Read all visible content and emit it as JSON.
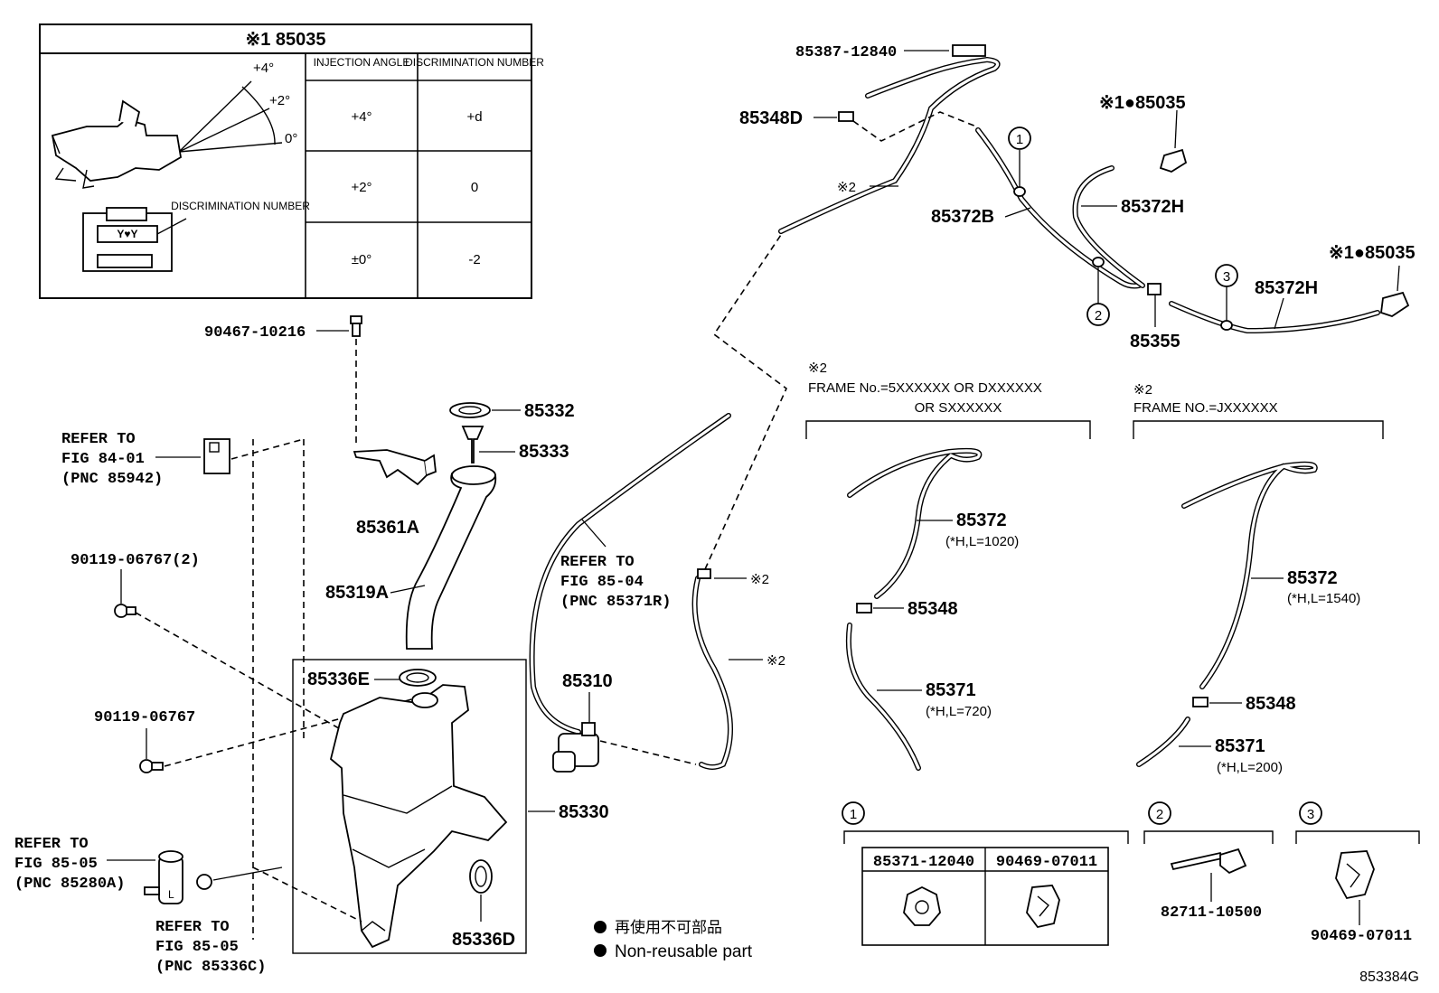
{
  "inset": {
    "title": "※1 85035",
    "angles": [
      "+4°",
      "+2°",
      "0°"
    ],
    "discrimination_label": "DISCRIMINATION NUMBER",
    "columns": [
      "INJECTION ANGLE",
      "DISCRIMINATION NUMBER"
    ],
    "rows": [
      {
        "angle": "+4°",
        "number": "+d"
      },
      {
        "angle": "+2°",
        "number": "0"
      },
      {
        "angle": "±0°",
        "number": "-2"
      }
    ]
  },
  "labels": {
    "p90467": "90467-10216",
    "p85332": "85332",
    "p85333": "85333",
    "p85361A": "85361A",
    "p85319A": "85319A",
    "refer84_1": "REFER TO",
    "refer84_2": "FIG 84-01",
    "refer84_3": "(PNC 85942)",
    "p90119_2": "90119-06767(2)",
    "p90119": "90119-06767",
    "p85336E": "85336E",
    "p85330": "85330",
    "p85336D": "85336D",
    "refer8505a_1": "REFER TO",
    "refer8505a_2": "FIG 85-05",
    "refer8505a_3": "(PNC 85280A)",
    "refer8505b_1": "REFER TO",
    "refer8505b_2": "FIG 85-05",
    "refer8505b_3": "(PNC 85336C)",
    "refer8504_1": "REFER TO",
    "refer8504_2": "FIG 85-04",
    "refer8504_3": "(PNC 85371R)",
    "p85310": "85310",
    "mark2_a": "※2",
    "mark2_b": "※2",
    "mark2_c": "※2",
    "p85387": "85387-12840",
    "p85348D": "85348D",
    "p85372B": "85372B",
    "p85372H_a": "85372H",
    "p85372H_b": "85372H",
    "p85035_a": "※1●85035",
    "p85035_b": "※1●85035",
    "p85355": "85355",
    "c1": "1",
    "c2": "2",
    "c3": "3",
    "legend_jp": "再使用不可部品",
    "legend_en": "Non-reusable part",
    "figure_id": "853384G"
  },
  "frameA": {
    "mark": "※2",
    "line1": "FRAME No.=5XXXXXX OR DXXXXXX",
    "line2": "OR SXXXXXX",
    "p85372": "85372",
    "p85372_spec": "(*H,L=1020)",
    "p85348": "85348",
    "p85371": "85371",
    "p85371_spec": "(*H,L=720)"
  },
  "frameB": {
    "mark": "※2",
    "line1": "FRAME NO.=JXXXXXX",
    "p85372": "85372",
    "p85372_spec": "(*H,L=1540)",
    "p85348": "85348",
    "p85371": "85371",
    "p85371_spec": "(*H,L=200)"
  },
  "clips": {
    "c1_num": "1",
    "c1_parts": [
      "85371-12040",
      "90469-07011"
    ],
    "c2_num": "2",
    "c2_part": "82711-10500",
    "c3_num": "3",
    "c3_part": "90469-07011"
  }
}
